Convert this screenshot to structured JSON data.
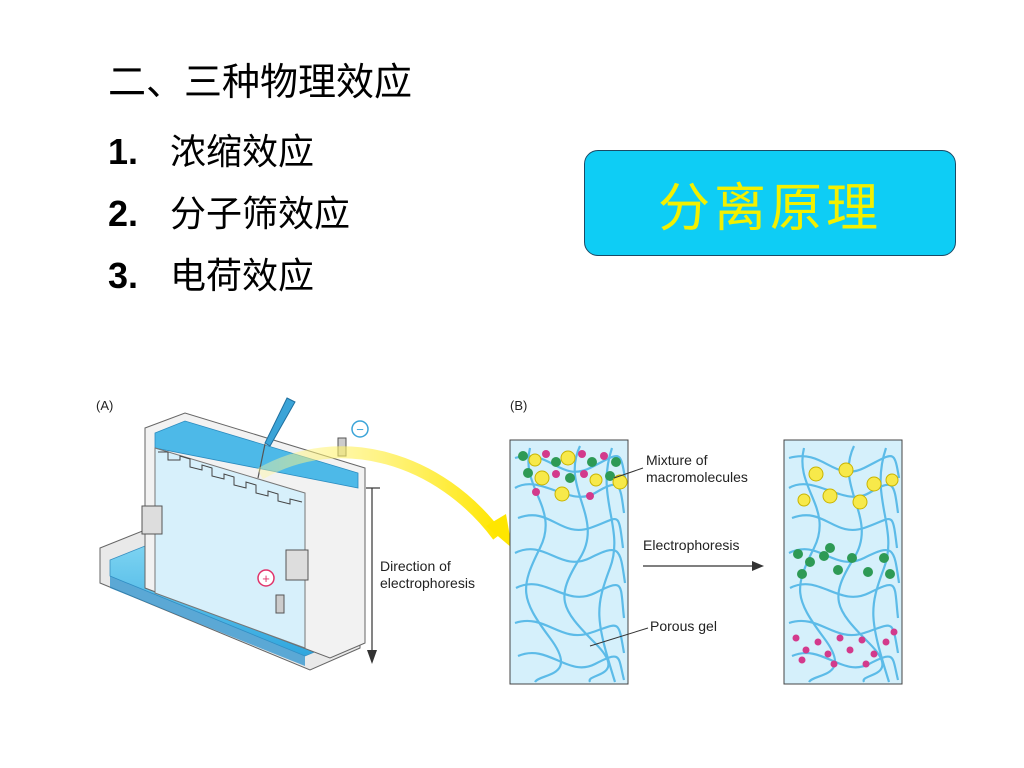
{
  "slide": {
    "heading": "二、三种物理效应",
    "items": [
      {
        "num": "1.",
        "text": "浓缩效应"
      },
      {
        "num": "2.",
        "text": "分子筛效应"
      },
      {
        "num": "3.",
        "text": "电荷效应"
      }
    ],
    "callout": "分离原理"
  },
  "figure": {
    "panel_a_label": "(A)",
    "panel_b_label": "(B)",
    "minus_sign": "−",
    "plus_sign": "+",
    "direction_label_1": "Direction of",
    "direction_label_2": "electrophoresis",
    "mixture_label_1": "Mixture of",
    "mixture_label_2": "macromolecules",
    "electrophoresis_label": "Electrophoresis",
    "gel_label": "Porous gel"
  }
}
